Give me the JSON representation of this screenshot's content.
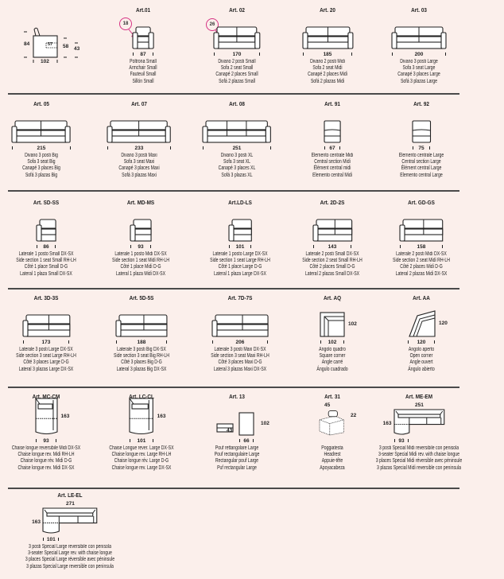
{
  "legend": {
    "height": "84",
    "depth": "102",
    "inner": "57",
    "arm_height": "58",
    "seat_height": "43"
  },
  "badges": [
    {
      "value": "18",
      "color": "#d63384"
    },
    {
      "value": "26",
      "color": "#d63384"
    }
  ],
  "rows": [
    [
      {
        "title": "Art.01",
        "shape": "armchair",
        "dims": {
          "bottom": "87"
        },
        "lines": [
          "Poltrona Small",
          "Armchair Small",
          "Fauteuil Small",
          "Sillón Small"
        ]
      },
      {
        "title": "Art. 02",
        "shape": "sofa-2",
        "dims": {
          "bottom": "170"
        },
        "lines": [
          "Divano 2 posti Small",
          "Sofa 2 seat Small",
          "Canapé 2 places Small",
          "Sofá 2 plazas Small"
        ]
      },
      {
        "title": "Art. 20",
        "shape": "sofa-2",
        "dims": {
          "bottom": "185"
        },
        "lines": [
          "Divano 2 posti Midi",
          "Sofa 2 seat Midi",
          "Canapé 2 places Midi",
          "Sofá 2 plazas Midi"
        ]
      },
      {
        "title": "Art. 03",
        "shape": "sofa-2",
        "dims": {
          "bottom": "200"
        },
        "lines": [
          "Divano 3 posti Large",
          "Sofa 3 seat Large",
          "Canapé 3 places Large",
          "Sofá 3 plazas Large"
        ]
      }
    ],
    [
      {
        "title": "Art. 05",
        "shape": "sofa-2",
        "dims": {
          "bottom": "215"
        },
        "lines": [
          "Divano 3 posti Big",
          "Sofa 3 seat Big",
          "Canapé 3 places Big",
          "Sofá 3 plazas Big"
        ]
      },
      {
        "title": "Art. 07",
        "shape": "sofa-2",
        "dims": {
          "bottom": "233"
        },
        "lines": [
          "Divano 3 posti Maxi",
          "Sofa 3 seat Maxi",
          "Canapé 3 places Maxi",
          "Sofá 3 plazas Maxi"
        ]
      },
      {
        "title": "Art. 08",
        "shape": "sofa-3",
        "dims": {
          "bottom": "251"
        },
        "lines": [
          "Divano 3 posti XL",
          "Sofa 3 seat XL",
          "Canapé 3 places XL",
          "Sofá 3 plazas XL"
        ]
      },
      {
        "title": "Art. 91",
        "shape": "central",
        "dims": {
          "bottom": "67"
        },
        "lines": [
          "Elemento centrale Midi",
          "Central section Midi",
          "Élément central midi",
          "Elemento central Midi"
        ]
      },
      {
        "title": "Art. 92",
        "shape": "central",
        "dims": {
          "bottom": "75"
        },
        "lines": [
          "Elemento centrale Large",
          "Central section Large",
          "Élément central Large",
          "Elemento central Large"
        ]
      }
    ],
    [
      {
        "title": "Art. SD-SS",
        "shape": "side-1",
        "dims": {
          "bottom": "86"
        },
        "lines": [
          "Laterale 1 posto Small DX-SX",
          "Side section 1 seat Small RH-LH",
          "Côté 1 place Small D-G",
          "Lateral 1 plaza Small DX-SX"
        ]
      },
      {
        "title": "Art. MD-MS",
        "shape": "side-1",
        "dims": {
          "bottom": "93"
        },
        "lines": [
          "Laterale 1 posto Midi DX-SX",
          "Side section 1 seat Midi RH-LH",
          "Côté 1 place Midi D-G",
          "Lateral 1 plaza Midi DX-SX"
        ]
      },
      {
        "title": "Art.LD-LS",
        "shape": "side-1",
        "dims": {
          "bottom": "101"
        },
        "lines": [
          "Laterale 1 posto Large DX-SX",
          "Side section 1 seat Large RH-LH",
          "Côté 1 place Large D-G",
          "Lateral 1 plaza Large DX-SX"
        ]
      },
      {
        "title": "Art. 2D-2S",
        "shape": "side-2",
        "dims": {
          "bottom": "143"
        },
        "lines": [
          "Laterale 2 posti Small DX-SX",
          "Side section 2 seat Small RH-LH",
          "Côté 2 places Small D-G",
          "Lateral 2 plazas Small DX-SX"
        ]
      },
      {
        "title": "Art. GD-GS",
        "shape": "side-2",
        "dims": {
          "bottom": "158"
        },
        "lines": [
          "Laterale 2 posti Midi DX-SX",
          "Side section 2 seat Midi RH-LH",
          "Côté 2 places Midi D-G",
          "Lateral 2 plazas Midi DX-SX"
        ]
      }
    ],
    [
      {
        "title": "Art. 3D-3S",
        "shape": "side-2",
        "dims": {
          "bottom": "173"
        },
        "lines": [
          "Laterale 3 posti Large DX-SX",
          "Side section 3 seat Large RH-LH",
          "Côté 3 places Large D-G",
          "Lateral 3 plazas Large DX-SX"
        ]
      },
      {
        "title": "Art. 5D-5S",
        "shape": "side-2",
        "dims": {
          "bottom": "188"
        },
        "lines": [
          "Laterale 3 posti Big DX-SX",
          "Side section 3 seat Big RH-LH",
          "Côté 3 places Big D-G",
          "Lateral 3 plazas Big DX-SX"
        ]
      },
      {
        "title": "Art. 7D-7S",
        "shape": "side-2",
        "dims": {
          "bottom": "206"
        },
        "lines": [
          "Laterale 3 posti Maxi DX-SX",
          "Side section 3 seat Maxi RH-LH",
          "Côté 3 places Maxi D-G",
          "Lateral 3 plazas Maxi DX-SX"
        ]
      },
      {
        "title": "Art. AQ",
        "shape": "corner-square",
        "dims": {
          "bottom": "102",
          "right": "102"
        },
        "lines": [
          "Angolo quadro",
          "Square corner",
          "Angle carré",
          "Ángulo cuadrado"
        ]
      },
      {
        "title": "Art. AA",
        "shape": "corner-open",
        "dims": {
          "bottom": "120",
          "right": "120"
        },
        "lines": [
          "Angolo aperto",
          "Open corner",
          "Angle ouvert",
          "Ángulo abierto"
        ]
      }
    ],
    [
      {
        "title": "Art. MC-CM",
        "shape": "chaise",
        "dims": {
          "bottom": "93",
          "right": "163"
        },
        "lines": [
          "Chaise longue reversibile Midi DX-SX",
          "Chaise longue rev. Midi RH-LH",
          "Chaise longue rév. Midi D-G",
          "Chaise longue rev. Midi DX-SX"
        ]
      },
      {
        "title": "Art. LC-CL",
        "shape": "chaise",
        "dims": {
          "bottom": "101",
          "right": "163"
        },
        "lines": [
          "Chaise Longue rever. Large DX-SX",
          "Chaise longue rev. Large RH-LH",
          "Chaise longue rév. Large D-G",
          "Chaise longue rev. Large DX-SX"
        ]
      },
      {
        "title": "Art. 13",
        "shape": "pouf",
        "dims": {
          "bottom": "66",
          "right": "102",
          "left": "43"
        },
        "lines": [
          "Pouf rettangolare Large",
          "Pouf rectangulaire Large",
          "Rectangular pouf Large",
          "Puf rectangular Large"
        ]
      },
      {
        "title": "Art. 31",
        "shape": "headrest",
        "dims": {
          "top": "45",
          "right": "22"
        },
        "lines": [
          "Poggiatesta",
          "Headrest",
          "Appuie-tête",
          "Apoyacabeza"
        ]
      },
      {
        "title": "Art. ME-EM",
        "shape": "peninsula",
        "dims": {
          "top": "251",
          "left": "163",
          "bottom": "93"
        },
        "lines": [
          "3 posti Special Midi reversibile con penisola",
          "3-seater Special Midi rev. with chaise longue",
          "3 places Special Midi réversible avec péninsule",
          "3 plazas Special Midi reversible con peninsula"
        ]
      }
    ],
    [
      {
        "title": "Art. LE-EL",
        "shape": "peninsula",
        "dims": {
          "top": "271",
          "left": "163",
          "bottom": "101"
        },
        "lines": [
          "3 posti Special Large reversibile con penisola",
          "3-seater Special Large rev. with chaise longue",
          "3 places Special Large réversible avec péninsule",
          "3 plazas Special Large reversible con peninsula"
        ]
      }
    ]
  ]
}
